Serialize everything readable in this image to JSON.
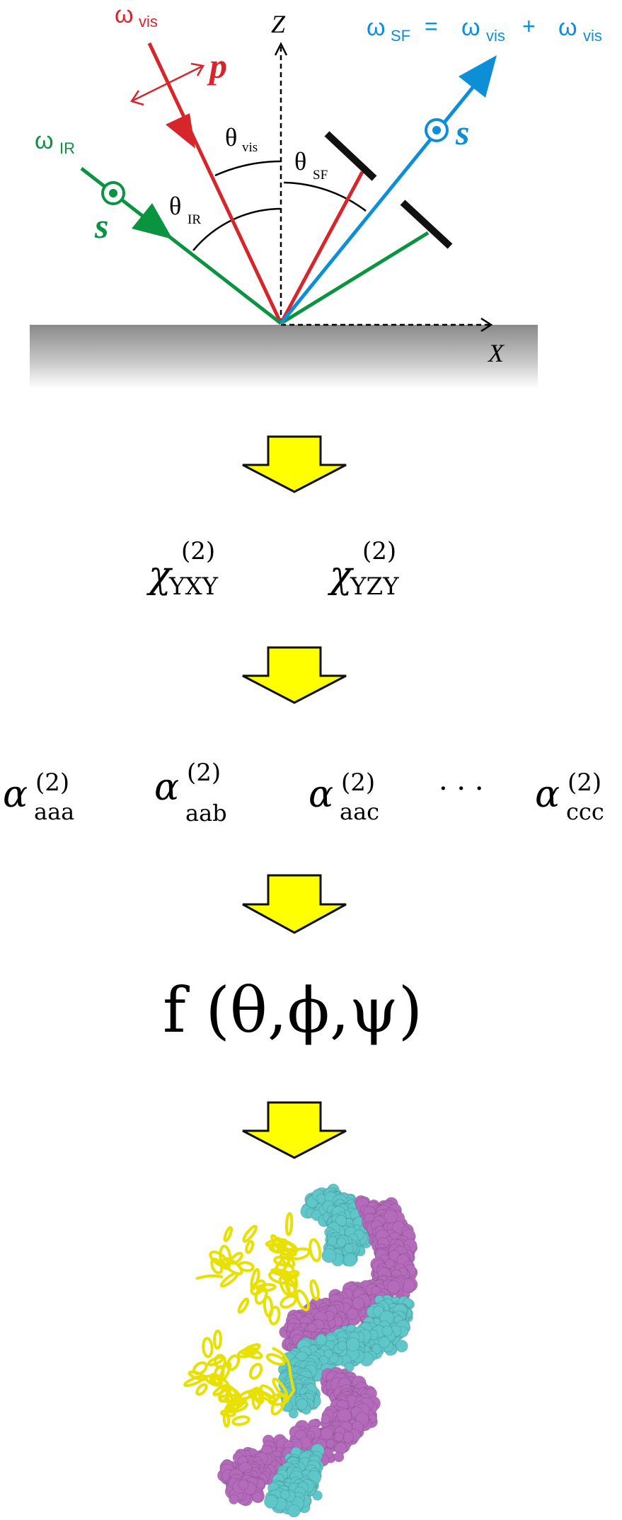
{
  "colors": {
    "visible": "#d7262b",
    "infrared": "#0a9440",
    "sum_frequency": "#0d8fd8",
    "arrow_fill": "#ffff00",
    "dna_strand_1": "#5fc6c9",
    "dna_strand_2": "#b56bbb",
    "protein": "#e8e000"
  },
  "geometry_diagram": {
    "omega_vis": {
      "symbol": "ω",
      "sub": "vis"
    },
    "omega_ir": {
      "symbol": "ω",
      "sub": "IR"
    },
    "omega_sf": {
      "symbol": "ω",
      "sub": "SF",
      "eq": "=",
      "term1": "ω",
      "term1_sub": "vis",
      "plus": "+",
      "term2": "ω",
      "term2_sub": "vis"
    },
    "z_axis": "Z",
    "x_axis": "X",
    "p_polarization": "p",
    "s_polarization_ir": "s",
    "s_polarization_sf": "s",
    "theta_vis": {
      "symbol": "θ",
      "sub": "vis"
    },
    "theta_ir": {
      "symbol": "θ",
      "sub": "IR"
    },
    "theta_sf": {
      "symbol": "θ",
      "sub": "SF"
    }
  },
  "steps": {
    "chi": [
      {
        "symbol": "χ",
        "sup": "(2)",
        "sub": "YXY"
      },
      {
        "symbol": "χ",
        "sup": "(2)",
        "sub": "YZY"
      }
    ],
    "alpha": [
      {
        "symbol": "α",
        "sup": "(2)",
        "sub": "aaa"
      },
      {
        "symbol": "α",
        "sup": "(2)",
        "sub": "aab"
      },
      {
        "symbol": "α",
        "sup": "(2)",
        "sub": "aac"
      },
      {
        "symbol": "α",
        "sup": "(2)",
        "sub": "ccc"
      }
    ],
    "ellipsis": "· · ·",
    "orientation_function": "f (θ,ϕ,ψ)"
  }
}
